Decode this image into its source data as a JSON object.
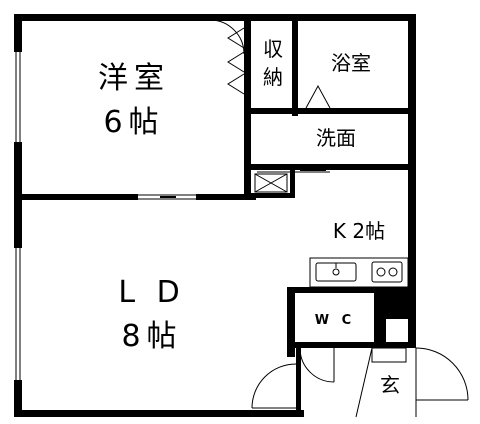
{
  "rooms": {
    "western": {
      "name": "洋室",
      "size": "6帖"
    },
    "storage": {
      "name": "収納"
    },
    "bath": {
      "name": "浴室"
    },
    "washroom": {
      "name": "洗面"
    },
    "kitchen": {
      "name": "K 2帖"
    },
    "living": {
      "name": "L D",
      "size": "8帖"
    },
    "wc": {
      "name": "W C"
    },
    "entrance": {
      "name": "玄"
    }
  },
  "colors": {
    "wall": "#000000",
    "background": "#ffffff"
  }
}
